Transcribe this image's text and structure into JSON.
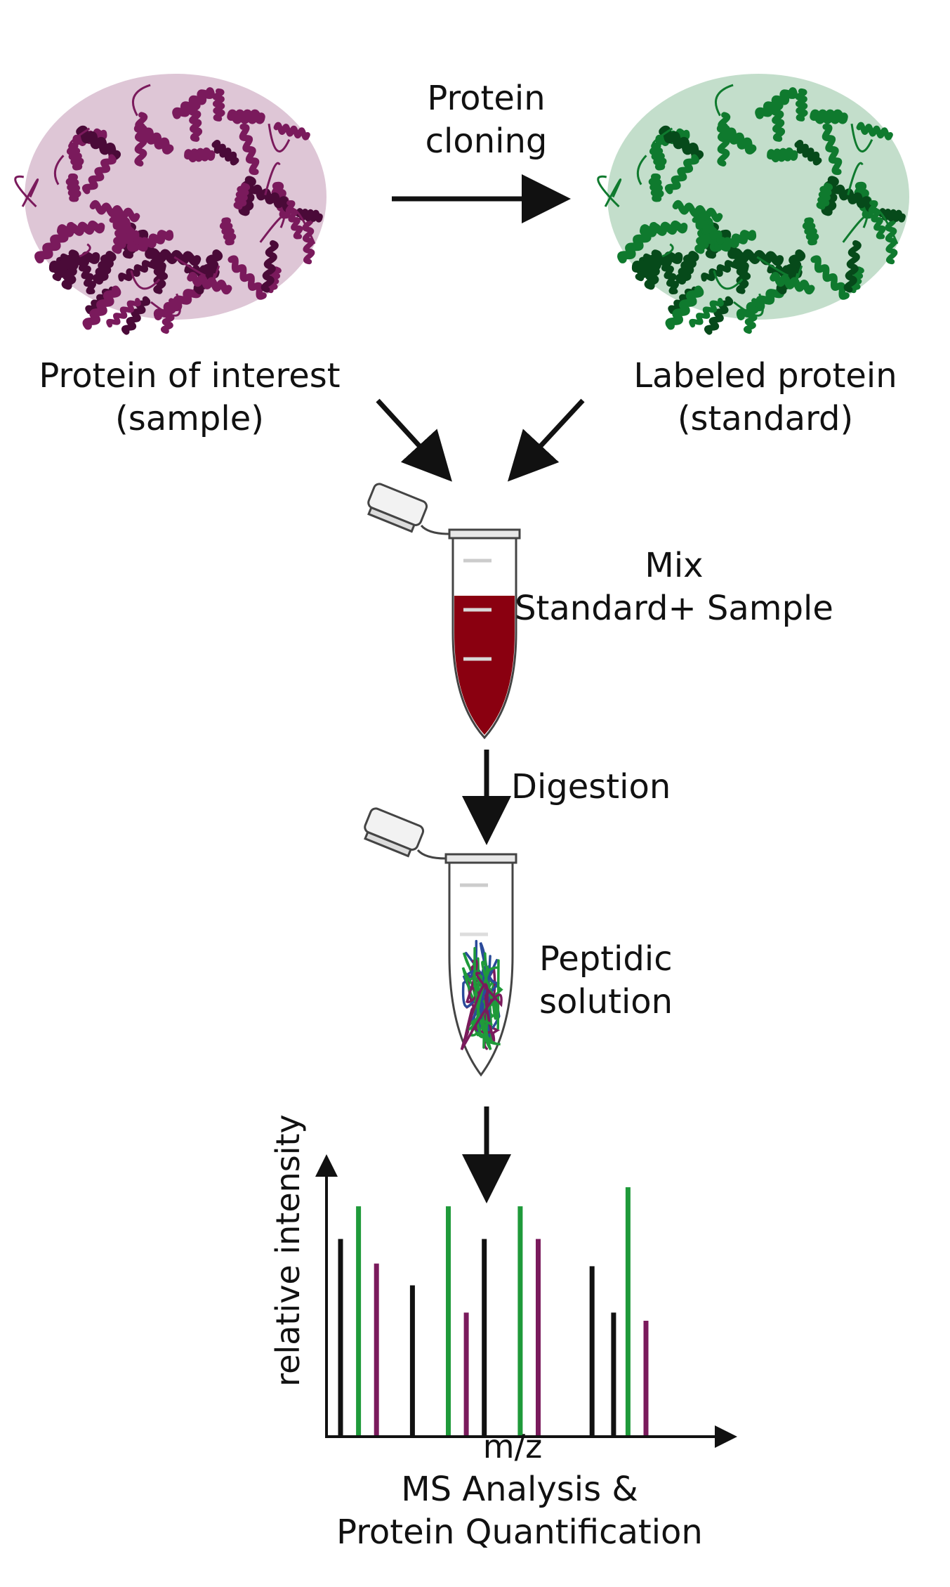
{
  "labels": {
    "protein_cloning": [
      "Protein",
      "cloning"
    ],
    "sample": [
      "Protein of interest",
      "(sample)"
    ],
    "standard": [
      "Labeled protein",
      "(standard)"
    ],
    "mix": [
      "Mix",
      "Standard+ Sample"
    ],
    "digestion": "Digestion",
    "peptidic": [
      "Peptidic",
      "solution"
    ],
    "ms": [
      "MS Analysis &",
      "Protein Quantification"
    ]
  },
  "colors": {
    "sample_protein": "#7a1a5c",
    "sample_protein_dark": "#4a0a38",
    "standard_protein": "#0f7a2e",
    "standard_protein_dark": "#064a1a",
    "mixture_liquid": "#8a0010",
    "peptide_green": "#1f9a3a",
    "peptide_purple": "#7a1a5c",
    "peptide_blue": "#2a4a9a",
    "arrow": "#111111"
  },
  "chart_data": {
    "type": "bar",
    "xlabel": "m/z",
    "ylabel": "relative intensity",
    "series": [
      {
        "color": "#111111",
        "x": [
          1,
          5,
          9,
          15,
          16.2
        ],
        "values": [
          0.72,
          0.55,
          0.72,
          0.62,
          0.45
        ]
      },
      {
        "color": "#1f9a3a",
        "x": [
          2,
          7,
          11,
          17
        ],
        "values": [
          0.84,
          0.84,
          0.84,
          0.91
        ]
      },
      {
        "color": "#7a1a5c",
        "x": [
          3,
          8,
          12,
          18
        ],
        "values": [
          0.63,
          0.45,
          0.72,
          0.42
        ]
      }
    ]
  }
}
